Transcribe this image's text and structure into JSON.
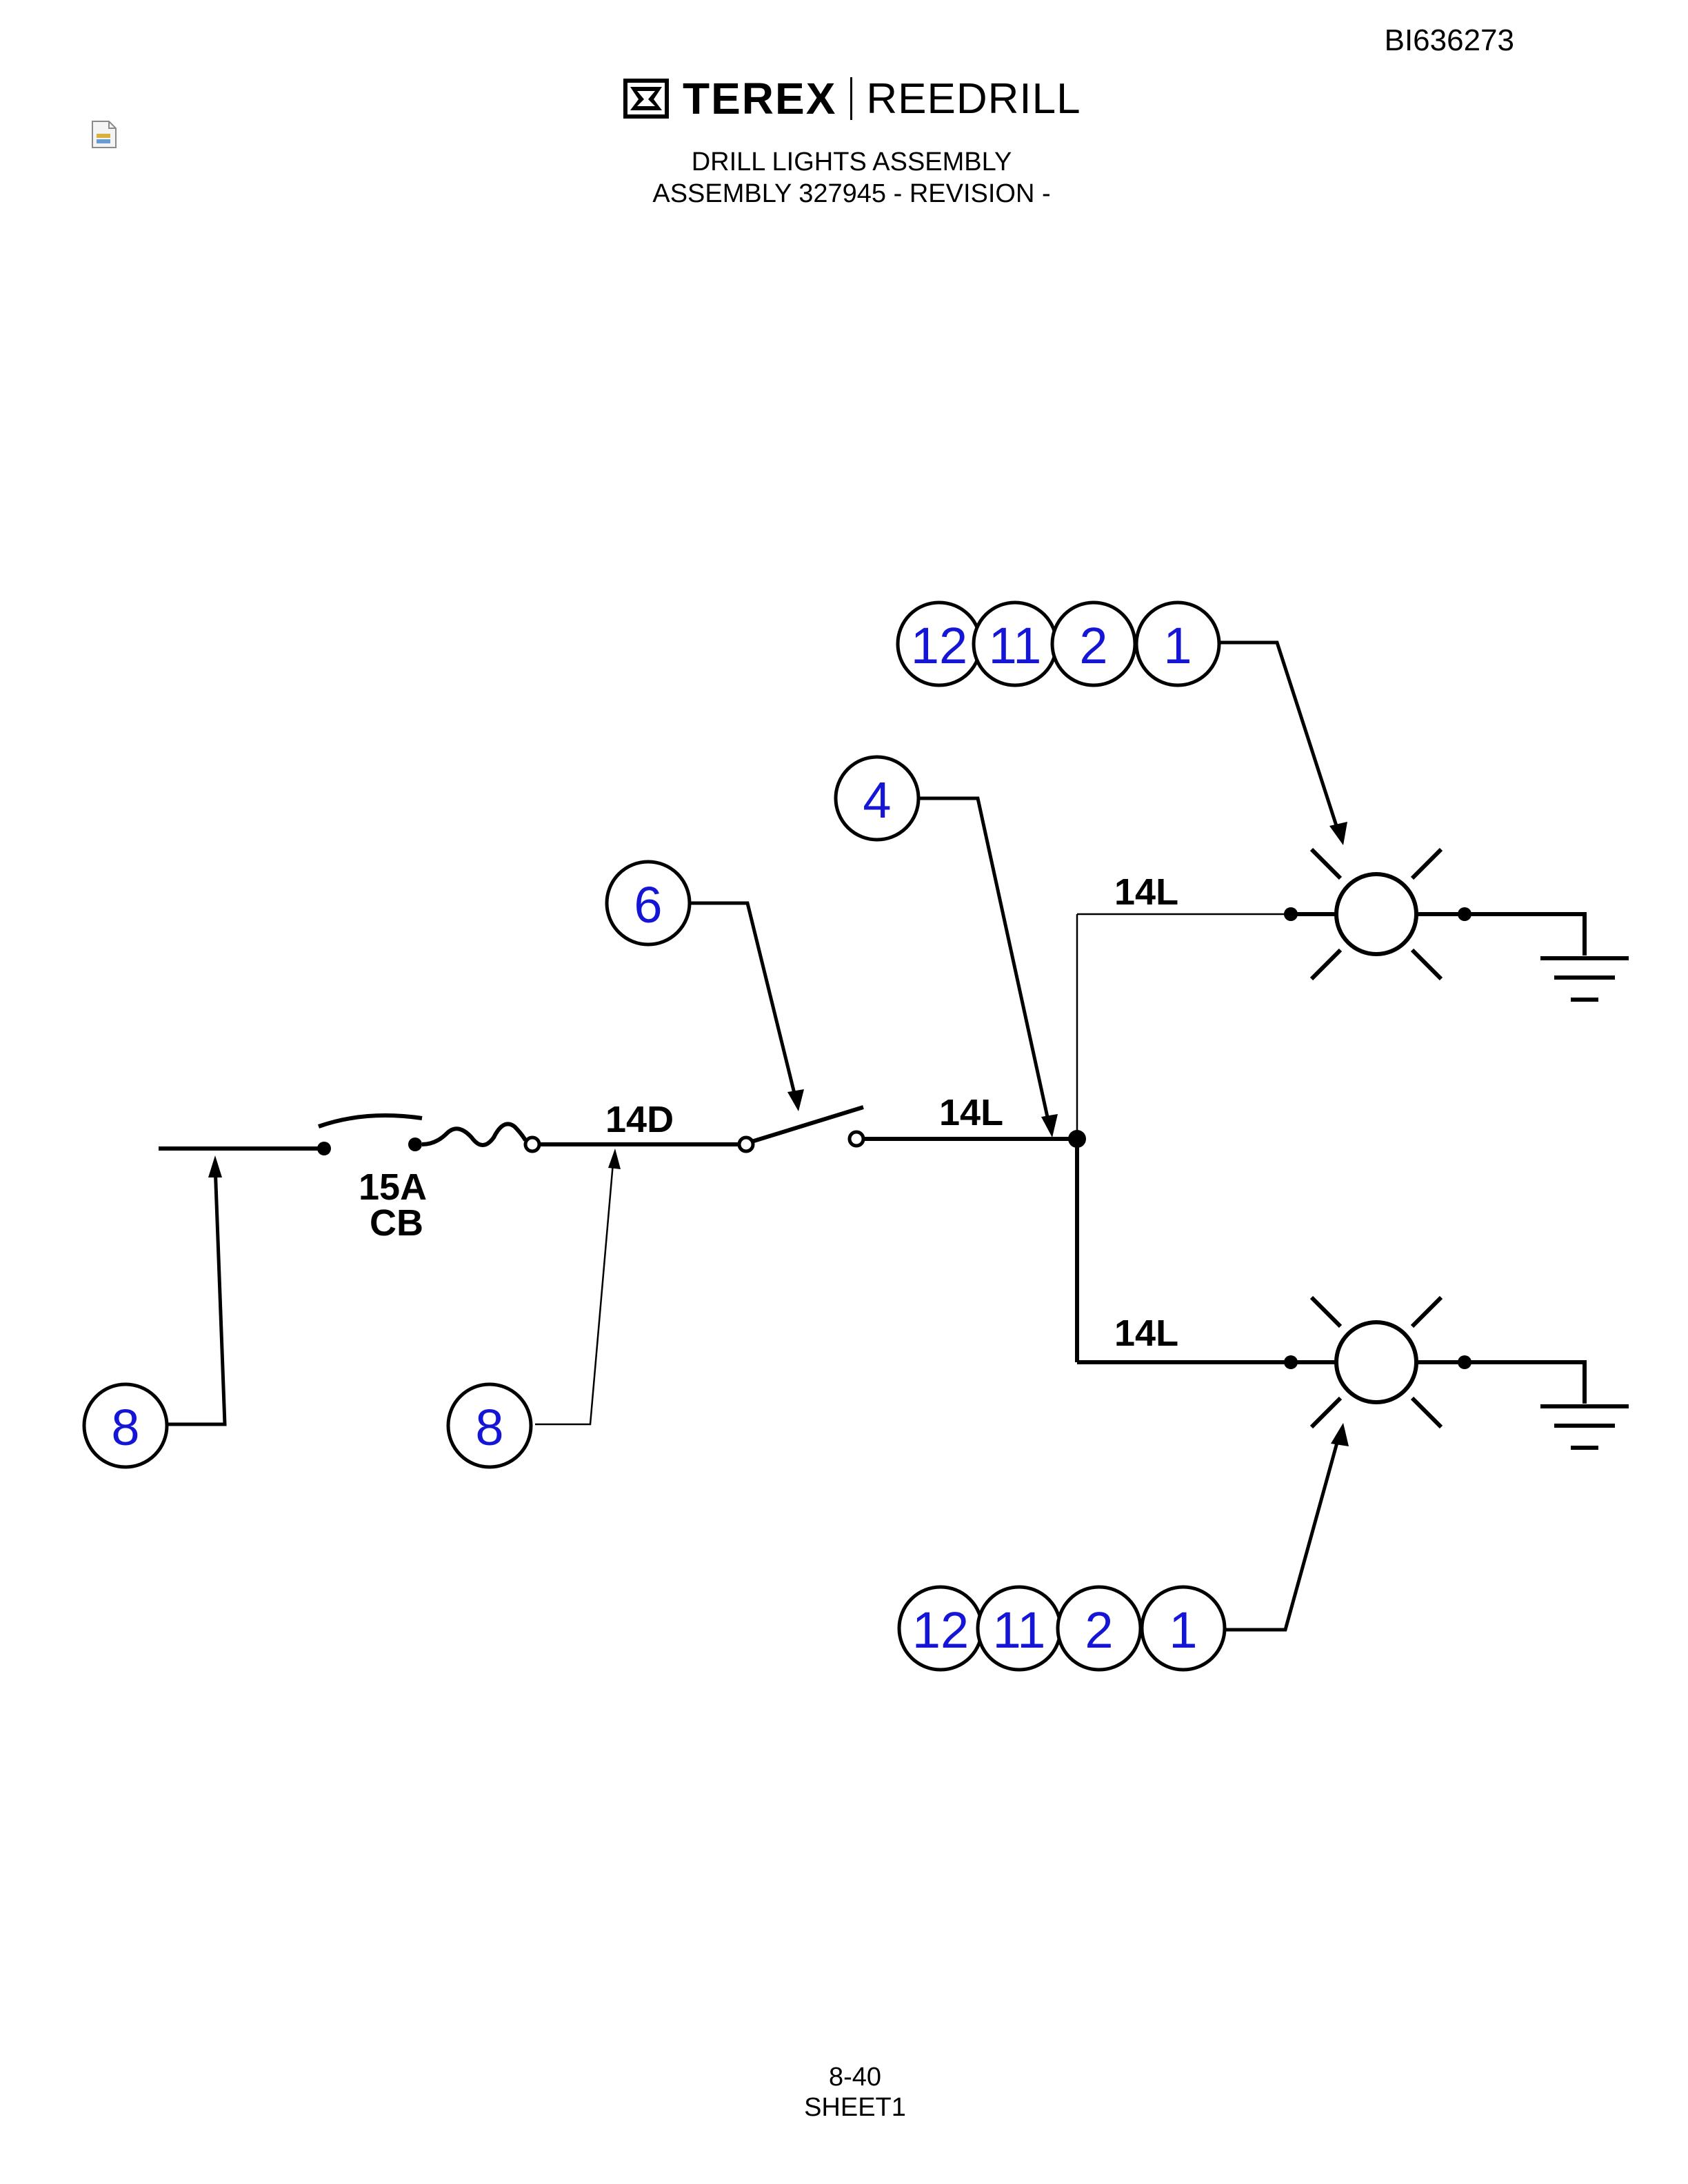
{
  "header": {
    "doc_id": "BI636273",
    "brand": "TEREX",
    "sub_brand": "REEDRILL",
    "title": "DRILL LIGHTS ASSEMBLY",
    "subtitle": "ASSEMBLY 327945 - REVISION -"
  },
  "diagram": {
    "wire_labels": {
      "cb_rating": "15A",
      "cb_name": "CB",
      "wire_14d": "14D",
      "wire_14l_main": "14L",
      "wire_14l_upper": "14L",
      "wire_14l_lower": "14L"
    },
    "callouts": {
      "upper_light": [
        "12",
        "11",
        "2",
        "1"
      ],
      "lower_light": [
        "12",
        "11",
        "2",
        "1"
      ],
      "junction": "4",
      "switch": "6",
      "left_input": "8",
      "cb_output": "8"
    }
  },
  "footer": {
    "page": "8-40",
    "sheet": "SHEET1"
  }
}
